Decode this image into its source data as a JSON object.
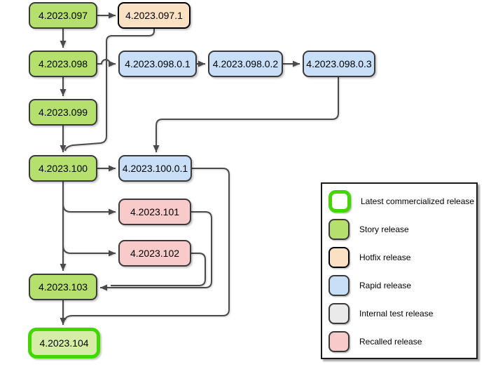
{
  "diagram": {
    "nodes": [
      {
        "label": "4.2023.097",
        "type": "story"
      },
      {
        "label": "4.2023.097.1",
        "type": "hotfix"
      },
      {
        "label": "4.2023.098",
        "type": "story"
      },
      {
        "label": "4.2023.098.0.1",
        "type": "rapid"
      },
      {
        "label": "4.2023.098.0.2",
        "type": "rapid"
      },
      {
        "label": "4.2023.098.0.3",
        "type": "rapid"
      },
      {
        "label": "4.2023.099",
        "type": "story"
      },
      {
        "label": "4.2023.100",
        "type": "story"
      },
      {
        "label": "4.2023.100.0.1",
        "type": "rapid"
      },
      {
        "label": "4.2023.101",
        "type": "recalled"
      },
      {
        "label": "4.2023.102",
        "type": "recalled"
      },
      {
        "label": "4.2023.103",
        "type": "story"
      },
      {
        "label": "4.2023.104",
        "type": "latest"
      }
    ],
    "edges": [
      {
        "from": "4.2023.097",
        "to": "4.2023.097.1"
      },
      {
        "from": "4.2023.097",
        "to": "4.2023.098"
      },
      {
        "from": "4.2023.097.1",
        "to": "4.2023.100"
      },
      {
        "from": "4.2023.098",
        "to": "4.2023.098.0.1"
      },
      {
        "from": "4.2023.098",
        "to": "4.2023.099"
      },
      {
        "from": "4.2023.098.0.1",
        "to": "4.2023.098.0.2"
      },
      {
        "from": "4.2023.098.0.2",
        "to": "4.2023.098.0.3"
      },
      {
        "from": "4.2023.098.0.3",
        "to": "4.2023.100.0.1"
      },
      {
        "from": "4.2023.099",
        "to": "4.2023.100"
      },
      {
        "from": "4.2023.100",
        "to": "4.2023.100.0.1"
      },
      {
        "from": "4.2023.100",
        "to": "4.2023.101"
      },
      {
        "from": "4.2023.100",
        "to": "4.2023.102"
      },
      {
        "from": "4.2023.100",
        "to": "4.2023.103"
      },
      {
        "from": "4.2023.101",
        "to": "4.2023.103"
      },
      {
        "from": "4.2023.102",
        "to": "4.2023.103"
      },
      {
        "from": "4.2023.100.0.1",
        "to": "4.2023.104"
      },
      {
        "from": "4.2023.103",
        "to": "4.2023.104"
      }
    ]
  },
  "legend": {
    "items": [
      {
        "label": "Latest commercialized release",
        "type": "latest"
      },
      {
        "label": "Story release",
        "type": "story"
      },
      {
        "label": "Hotfix release",
        "type": "hotfix"
      },
      {
        "label": "Rapid release",
        "type": "rapid"
      },
      {
        "label": "Internal test release",
        "type": "internal"
      },
      {
        "label": "Recalled release",
        "type": "recalled"
      }
    ]
  },
  "colors": {
    "story": "#b5e06e",
    "hotfix": "#fbe1c3",
    "rapid": "#c8dff7",
    "recalled": "#f8caca",
    "internal": "#eaeaea",
    "latestBorder": "#44d600",
    "latestFill": "#d6eda8",
    "nodeBorder": "#3a3a3a",
    "edge": "#4a4a4d",
    "legendBorder": "#1a1a1a"
  }
}
